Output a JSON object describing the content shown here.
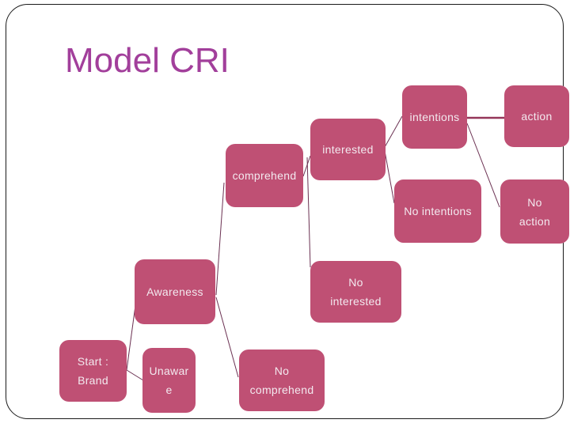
{
  "slide": {
    "title": "Model CRI"
  },
  "colors": {
    "title_text": "#A23F9B",
    "node_fill": "#BF5074",
    "node_text": "#F3E9EF",
    "connector": "#6B3152",
    "connector_strong": "#943659",
    "frame_border": "#1A1A1A",
    "background": "#FFFFFF"
  },
  "diagram": {
    "type": "decision-tree",
    "nodes": {
      "start": {
        "label": [
          "Start :",
          "Brand"
        ]
      },
      "unaware": {
        "label": [
          "Unawar",
          "e"
        ]
      },
      "awareness": {
        "label": [
          "Awareness"
        ]
      },
      "no_comprehend": {
        "label": [
          "No",
          "comprehend"
        ]
      },
      "comprehend": {
        "label": [
          "comprehend"
        ]
      },
      "no_interested": {
        "label": [
          "No",
          "interested"
        ]
      },
      "interested": {
        "label": [
          "interested"
        ]
      },
      "no_intentions": {
        "label": [
          "No intentions"
        ]
      },
      "intentions": {
        "label": [
          "intentions"
        ]
      },
      "no_action": {
        "label": [
          "No",
          "action"
        ]
      },
      "action": {
        "label": [
          "action"
        ]
      }
    },
    "edges": [
      "start-awareness",
      "start-unaware",
      "awareness-comprehend",
      "awareness-no_comprehend",
      "comprehend-interested",
      "interested-no_interested",
      "interested-intentions",
      "interested-no_intentions",
      "intentions-action",
      "intentions-no_action"
    ]
  }
}
